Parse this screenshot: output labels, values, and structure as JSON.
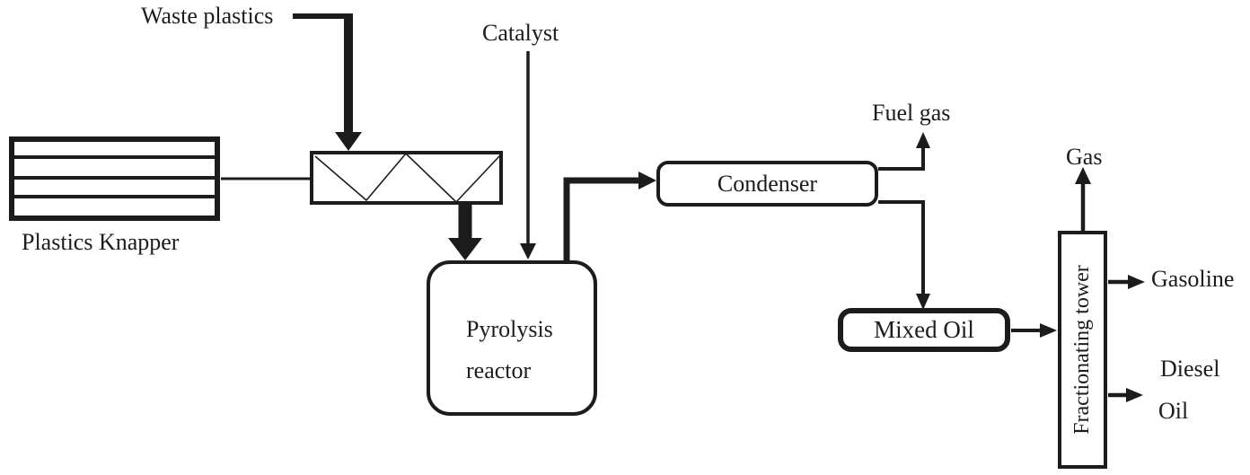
{
  "diagram": {
    "background": "#ffffff",
    "ink_color": "#1c1c1c",
    "nodes": {
      "plastics_knapper": {
        "label": "Plastics Knapper"
      },
      "pyrolysis_reactor": {
        "line1": "Pyrolysis",
        "line2": "reactor"
      },
      "condenser": {
        "label": "Condenser"
      },
      "mixed_oil": {
        "label": "Mixed Oil"
      },
      "fractionating_tower": {
        "label": "Fractionating tower"
      }
    },
    "streams": {
      "waste_plastics": {
        "label": "Waste plastics"
      },
      "catalyst": {
        "label": "Catalyst"
      },
      "fuel_gas": {
        "label": "Fuel gas"
      },
      "gas": {
        "label": "Gas"
      },
      "gasoline": {
        "label": "Gasoline"
      },
      "diesel_oil": {
        "line1": "Diesel",
        "line2": "Oil"
      }
    }
  }
}
